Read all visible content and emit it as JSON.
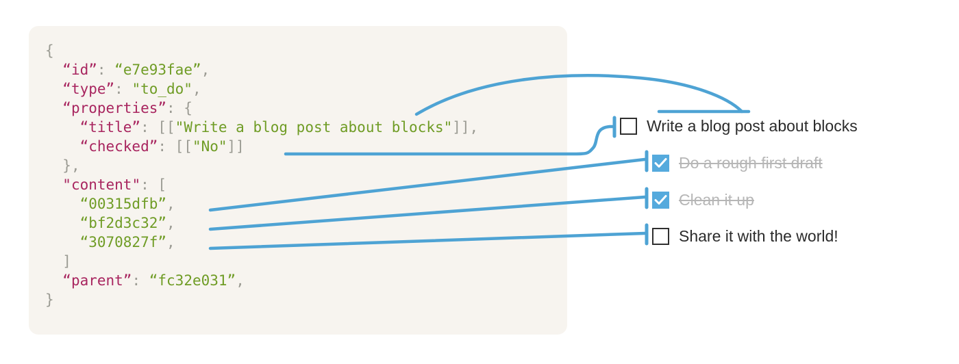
{
  "theme": {
    "panel_bg": "#f7f4ef",
    "page_bg": "#ffffff",
    "connector": "#4ea3d4",
    "checkbox_checked_bg": "#55aadd",
    "json_key": "#a8255f",
    "json_value": "#6f9c25",
    "json_punct": "#9b9b93",
    "label_text": "#2b2b2b",
    "label_done_text": "#b6b6b6"
  },
  "json_block": {
    "title": "block-json",
    "lines": [
      {
        "indent": 0,
        "tokens": [
          {
            "t": "{",
            "c": "jp"
          }
        ]
      },
      {
        "indent": 1,
        "tokens": [
          {
            "t": "“id”",
            "c": "jk"
          },
          {
            "t": ": ",
            "c": "jp"
          },
          {
            "t": "“e7e93fae”",
            "c": "jv"
          },
          {
            "t": ",",
            "c": "jp"
          }
        ]
      },
      {
        "indent": 1,
        "tokens": [
          {
            "t": "“type”",
            "c": "jk"
          },
          {
            "t": ": ",
            "c": "jp"
          },
          {
            "t": "\"to_do\"",
            "c": "jv"
          },
          {
            "t": ",",
            "c": "jp"
          }
        ]
      },
      {
        "indent": 1,
        "tokens": [
          {
            "t": "“properties”",
            "c": "jk"
          },
          {
            "t": ": {",
            "c": "jp"
          }
        ]
      },
      {
        "indent": 2,
        "tokens": [
          {
            "t": "“title”",
            "c": "jk"
          },
          {
            "t": ": [[",
            "c": "jp"
          },
          {
            "t": "\"Write a blog post about blocks\"",
            "c": "jv"
          },
          {
            "t": "]],",
            "c": "jp"
          }
        ]
      },
      {
        "indent": 2,
        "tokens": [
          {
            "t": "“checked”",
            "c": "jk"
          },
          {
            "t": ": [[",
            "c": "jp"
          },
          {
            "t": "\"No\"",
            "c": "jv"
          },
          {
            "t": "]]",
            "c": "jp"
          }
        ]
      },
      {
        "indent": 1,
        "tokens": [
          {
            "t": "},",
            "c": "jp"
          }
        ]
      },
      {
        "indent": 1,
        "tokens": [
          {
            "t": "\"content\"",
            "c": "jk"
          },
          {
            "t": ": [",
            "c": "jp"
          }
        ]
      },
      {
        "indent": 2,
        "tokens": [
          {
            "t": "“00315dfb”",
            "c": "jv"
          },
          {
            "t": ",",
            "c": "jp"
          }
        ]
      },
      {
        "indent": 2,
        "tokens": [
          {
            "t": "“bf2d3c32”",
            "c": "jv"
          },
          {
            "t": ",",
            "c": "jp"
          }
        ]
      },
      {
        "indent": 2,
        "tokens": [
          {
            "t": "“3070827f”",
            "c": "jv"
          },
          {
            "t": ",",
            "c": "jp"
          }
        ]
      },
      {
        "indent": 1,
        "tokens": [
          {
            "t": "]",
            "c": "jp"
          }
        ]
      },
      {
        "indent": 1,
        "tokens": [
          {
            "t": "“parent”",
            "c": "jk"
          },
          {
            "t": ": ",
            "c": "jp"
          },
          {
            "t": "“fc32e031”",
            "c": "jv"
          },
          {
            "t": ",",
            "c": "jp"
          }
        ]
      },
      {
        "indent": 0,
        "tokens": [
          {
            "t": "}",
            "c": "jp"
          }
        ]
      }
    ],
    "values": {
      "id": "e7e93fae",
      "type": "to_do",
      "properties": {
        "title": "Write a blog post about blocks",
        "checked": "No"
      },
      "content": [
        "00315dfb",
        "bf2d3c32",
        "3070827f"
      ],
      "parent": "fc32e031"
    }
  },
  "todo_list": {
    "items": [
      {
        "label": "Write a blog post about blocks",
        "checked": false
      },
      {
        "label": "Do a rough first draft",
        "checked": true
      },
      {
        "label": "Clean it up",
        "checked": true
      },
      {
        "label": "Share it with the world!",
        "checked": false
      }
    ]
  },
  "connectors": {
    "title_to_item0": "curve from title value to underline of first todo text",
    "checked_to_checkbox0": "s-curve from checked value to first checkbox",
    "content0_to_item1": "line from \"00315dfb\" to second todo row",
    "content1_to_item2": "line from \"bf2d3c32\" to third todo row",
    "content2_to_item3": "line from \"3070827f\" to fourth todo row"
  }
}
